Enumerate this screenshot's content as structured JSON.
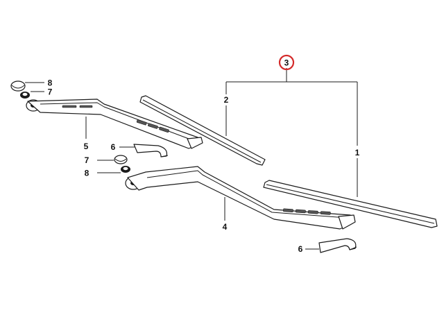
{
  "highlight_color": "#d42a2a",
  "callouts": {
    "c3": "3",
    "c2": "2",
    "c1": "1",
    "c8_top": "8",
    "c7_top": "7",
    "c5": "5",
    "c6_mid": "6",
    "c7_mid": "7",
    "c8_mid": "8",
    "c4": "4",
    "c6_bottom": "6"
  }
}
